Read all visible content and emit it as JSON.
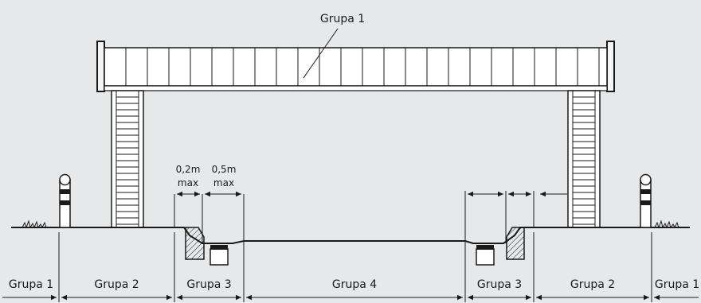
{
  "labels": {
    "top_group": "Grupa 1",
    "clearance_a_value": "0,2m",
    "clearance_a_note": "max",
    "clearance_b_value": "0,5m",
    "clearance_b_note": "max"
  },
  "zones": [
    {
      "label": "Grupa 1"
    },
    {
      "label": "Grupa 2"
    },
    {
      "label": "Grupa 3"
    },
    {
      "label": "Grupa 4"
    },
    {
      "label": "Grupa 3"
    },
    {
      "label": "Grupa 2"
    },
    {
      "label": "Grupa 1"
    }
  ]
}
